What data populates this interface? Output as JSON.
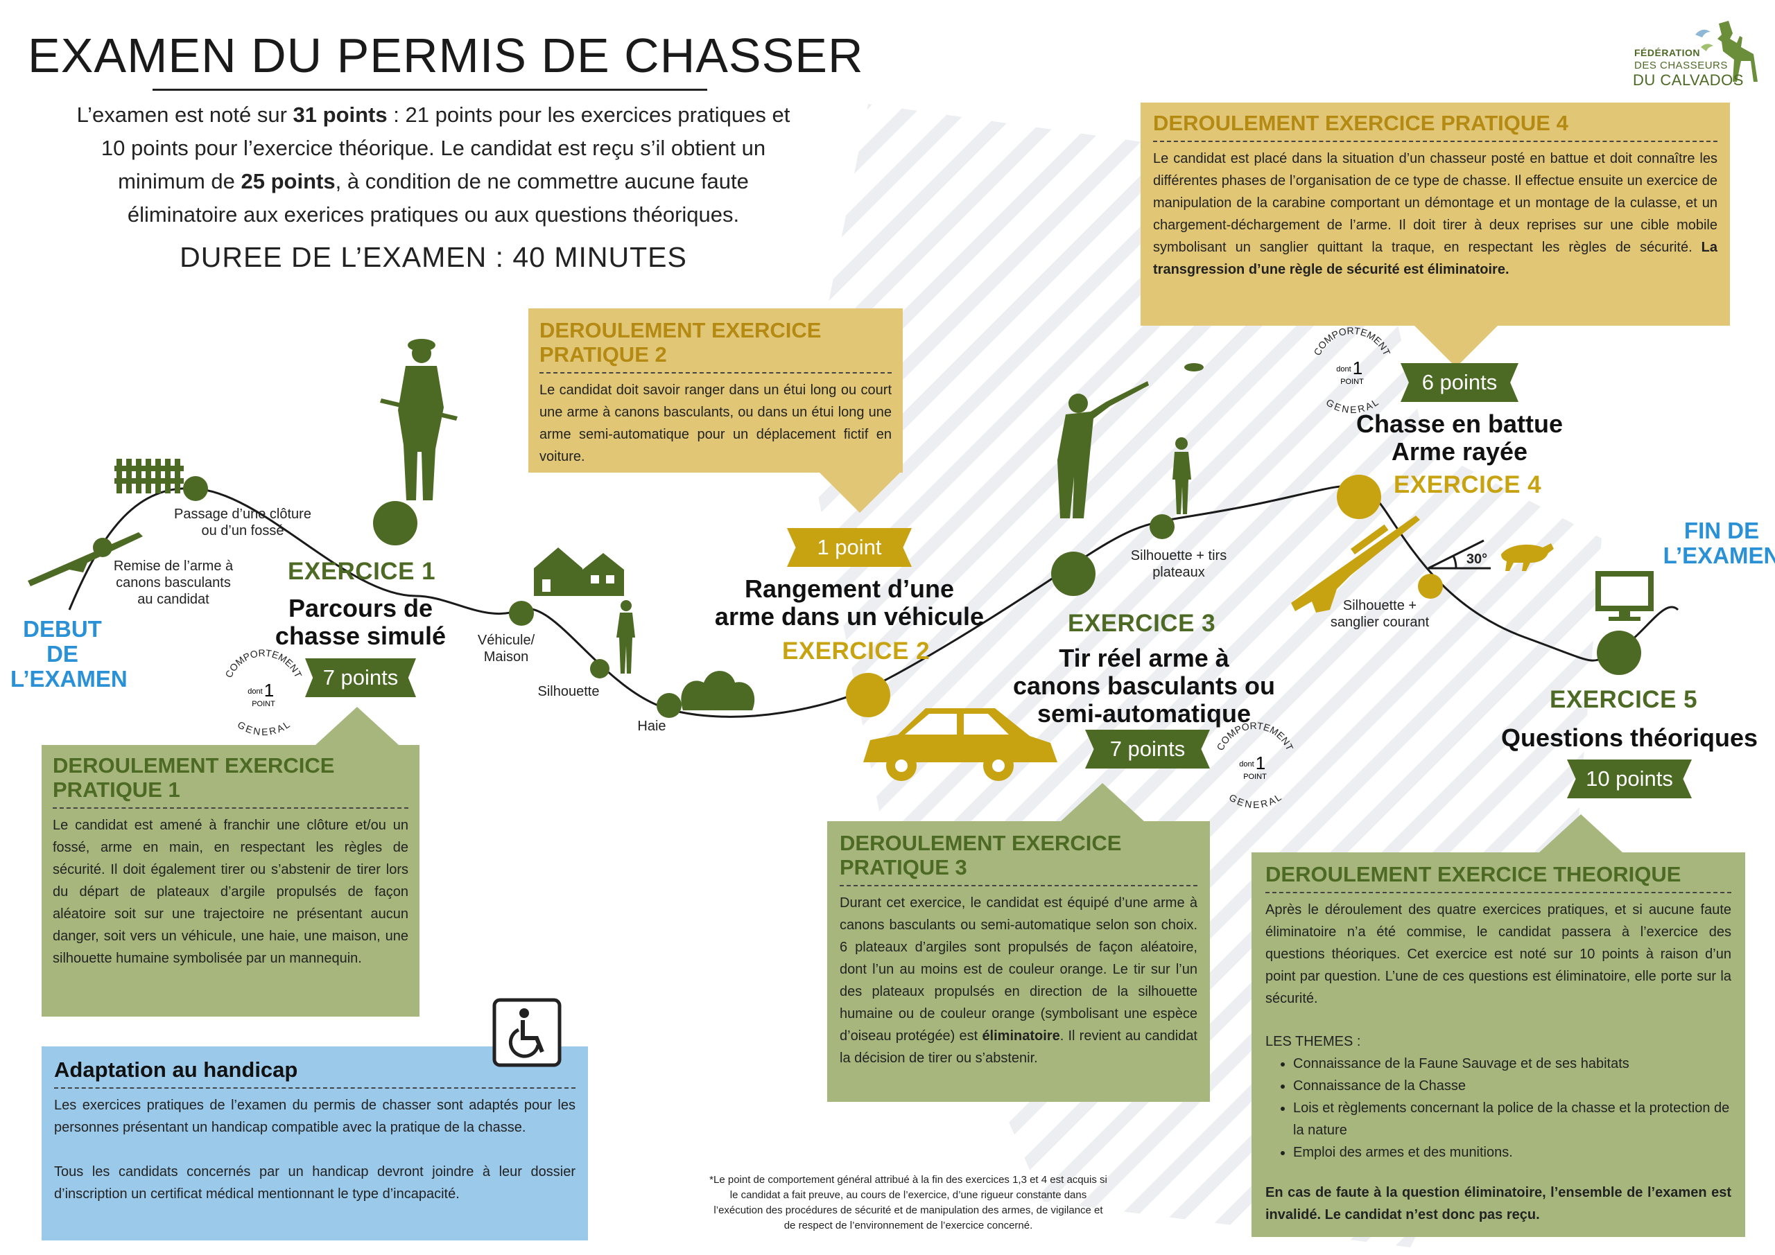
{
  "title": "EXAMEN DU PERMIS DE CHASSER",
  "intro": {
    "line1_a": "L’examen est noté sur ",
    "line1_b": "31 points",
    "line1_c": " : 21 points pour les exercices pratiques et",
    "line2": "10 points pour l’exercice théorique. Le candidat est reçu s’il obtient un",
    "line3_a": "minimum de ",
    "line3_b": "25 points",
    "line3_c": ", à condition de ne commettre aucune faute",
    "line4": "éliminatoire aux exerices pratiques ou aux questions théoriques."
  },
  "duree": "DUREE DE L’EXAMEN : 40 MINUTES",
  "logo": {
    "line1": "FÉDÉRATION",
    "line2": "DES CHASSEURS",
    "line3": "DU CALVADOS",
    "icon": "deer-and-birds-logo-icon"
  },
  "start_label": [
    "DEBUT DE",
    "L’EXAMEN"
  ],
  "end_label": [
    "FIN DE",
    "L’EXAMEN"
  ],
  "colors": {
    "green": "#4d6a24",
    "yellow": "#c8a311",
    "blue": "#2a91d6",
    "panel_green": "#a6b67c",
    "panel_yellow": "#e1c775",
    "panel_blue": "#9ac9ea"
  },
  "steps": {
    "remise": [
      "Remise de l’arme à",
      "canons basculants",
      "au candidat"
    ],
    "passage": [
      "Passage d’une clôture",
      "ou d’un fossé"
    ],
    "vehicule": [
      "Véhicule/",
      "Maison"
    ],
    "silhouette": "Silhouette",
    "haie": "Haie",
    "silhouette_tirs": [
      "Silhouette + tirs",
      "plateaux"
    ],
    "silhouette_sanglier": [
      "Silhouette +",
      "sanglier courant"
    ],
    "angle": "30°"
  },
  "badge": {
    "top": "COMPORTEMENT",
    "bottom": "GENERAL",
    "dont": "dont",
    "num": "1",
    "point": "POINT"
  },
  "exercises": [
    {
      "title": "EXERCICE 1",
      "name": [
        "Parcours de",
        "chasse simulé"
      ],
      "points": "7 points"
    },
    {
      "title": "EXERCICE 2",
      "name": [
        "Rangement d’une",
        "arme dans un véhicule"
      ],
      "points": "1 point"
    },
    {
      "title": "EXERCICE 3",
      "name": [
        "Tir réel arme à",
        "canons basculants ou",
        "semi-automatique"
      ],
      "points": "7 points"
    },
    {
      "title": "EXERCICE 4",
      "name": [
        "Chasse en battue",
        "Arme rayée"
      ],
      "points": "6 points"
    },
    {
      "title": "EXERCICE 5",
      "name": [
        "Questions théoriques"
      ],
      "points": "10 points"
    }
  ],
  "panels": {
    "p1": {
      "title": [
        "DEROULEMENT EXERCICE",
        "PRATIQUE 1"
      ],
      "text": "Le candidat est amené à franchir une clôture et/ou un fossé, arme en main, en respectant les règles de sécurité. Il doit également tirer ou s’abstenir de tirer lors du départ de plateaux d’argile propulsés de façon aléatoire soit sur une trajectoire ne présentant aucun danger, soit vers un véhicule, une haie, une maison, une silhouette humaine symbolisée par un mannequin."
    },
    "p2": {
      "title": [
        "DEROULEMENT EXERCICE",
        "PRATIQUE 2"
      ],
      "text": "Le candidat doit savoir ranger dans un étui long ou court une arme à canons basculants, ou dans un étui long une arme semi-automatique pour un déplacement fictif en voiture."
    },
    "p3": {
      "title": [
        "DEROULEMENT EXERCICE",
        "PRATIQUE 3"
      ],
      "text_a": "Durant cet exercice, le candidat est équipé d’une arme à canons basculants ou semi-automatique selon son choix. 6 plateaux d’argiles sont propulsés de façon aléatoire, dont l’un au moins est de couleur orange. Le tir sur l’un des plateaux propulsés en direction de la silhouette humaine ou de couleur orange (symbolisant une espèce d’oiseau protégée) est ",
      "text_b": "éliminatoire",
      "text_c": ". Il revient au candidat la décision de tirer ou s’abstenir."
    },
    "p4": {
      "title": "DEROULEMENT EXERCICE PRATIQUE 4",
      "text_a": "Le candidat est placé dans la situation d’un chasseur posté en battue et doit connaître les différentes phases de l’organisation de ce type de chasse. Il effectue ensuite un exercice de manipulation de la carabine comportant un démontage et un montage de la culasse, et un chargement-déchargement de l’arme. Il doit tirer à deux reprises sur une cible mobile symbolisant un sanglier quittant la traque, en respectant les règles de sécurité. ",
      "text_b": "La transgression d’une règle de sécurité est éliminatoire."
    },
    "p5": {
      "title": "DEROULEMENT EXERCICE THEORIQUE",
      "text": "Après le déroulement des quatre exercices pratiques, et si aucune faute éliminatoire n’a été commise, le candidat passera à l’exercice des questions théoriques. Cet exercice est noté sur 10 points à raison d’un point par question. L’une de ces questions est éliminatoire, elle porte sur la sécurité.",
      "themes_label": "LES THEMES :",
      "themes": [
        "Connaissance de la Faune Sauvage et de ses habitats",
        "Connaissance de la Chasse",
        "Lois et règlements concernant la police de la chasse et la protection de la nature",
        "Emploi des armes et des munitions."
      ],
      "warning": "En cas de faute à la question éliminatoire, l’ensemble de l’examen est invalidé. Le candidat n’est donc pas reçu."
    },
    "handicap": {
      "title": "Adaptation au handicap",
      "text1": "Les exercices pratiques de l’examen du permis de chasser sont adaptés pour les personnes présentant un handicap compatible avec la pratique de la chasse.",
      "text2": "Tous les candidats concernés par un handicap devront joindre à leur dossier d’inscription un certificat médical mentionnant le type d’incapacité.",
      "icon": "wheelchair-icon"
    }
  },
  "footnote": "*Le point de comportement général attribué à la fin des exercices 1,3 et 4 est acquis si le candidat a fait preuve, au cours de l’exercice, d’une rigueur constante dans l’exécution des procédures de sécurité et de manipulation des armes, de vigilance et de respect de l’environnement de l’exercice concerné."
}
